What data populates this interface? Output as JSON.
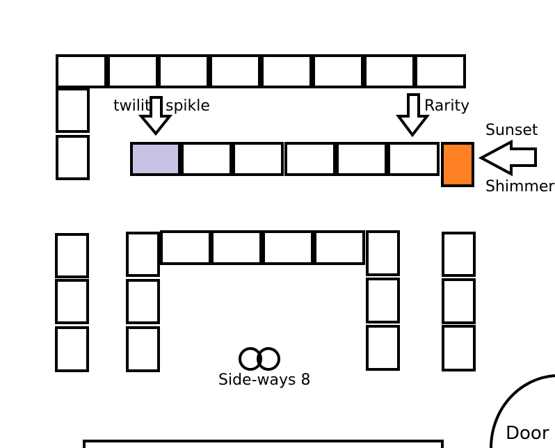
{
  "labels": {
    "twilit": "twilit",
    "spikle": "spikle",
    "rarity": "Rarity",
    "sunset": "Sunset",
    "shimmer": "Shimmer",
    "sideways": "Side-ways 8",
    "door": "Door"
  },
  "colors": {
    "stroke": "#000000",
    "desk": "#ffffff",
    "twilight_seat": "#c8c3e6",
    "sunset_seat": "#ff8025"
  },
  "icons": {
    "down_arrow": "down-arrow-icon",
    "left_arrow": "left-arrow-icon",
    "infinity": "infinity-symbol-icon"
  }
}
